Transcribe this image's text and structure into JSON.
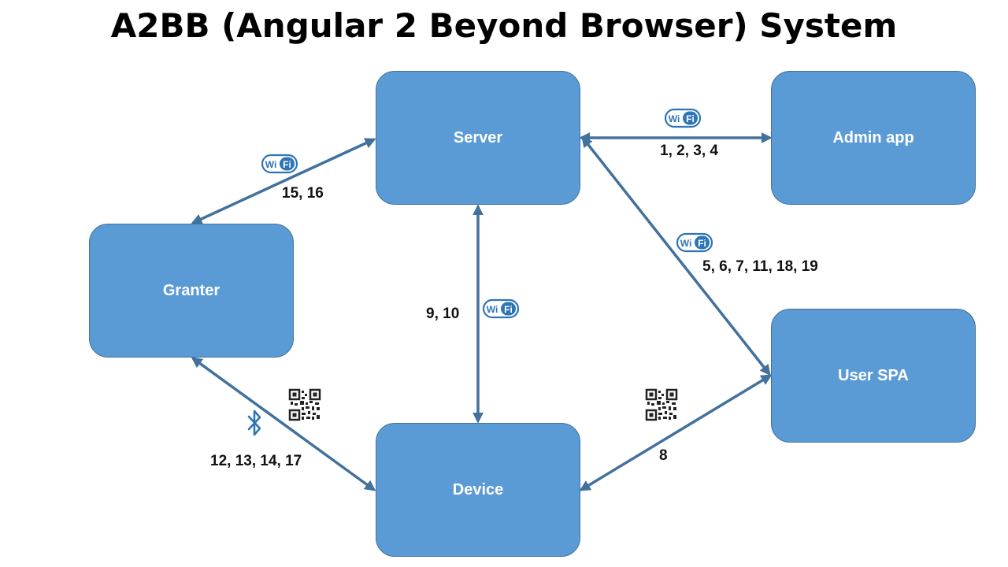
{
  "title": "A2BB (Angular 2 Beyond Browser) System",
  "nodes": {
    "server": "Server",
    "admin": "Admin app",
    "granter": "Granter",
    "user_spa": "User SPA",
    "device": "Device"
  },
  "edges": {
    "granter_server": "15, 16",
    "server_admin": "1, 2, 3, 4",
    "server_user": "5, 6, 7, 11, 18, 19",
    "server_device": "9, 10",
    "granter_device": "12, 13, 14, 17",
    "device_user": "8"
  },
  "icons": {
    "wifi_badge_left": "Wi",
    "wifi_badge_right": "Fi"
  },
  "colors": {
    "node_fill": "#5b9bd5",
    "node_border": "#41719c",
    "connector": "#41719c",
    "wifi_icon": "#2e75b6"
  }
}
